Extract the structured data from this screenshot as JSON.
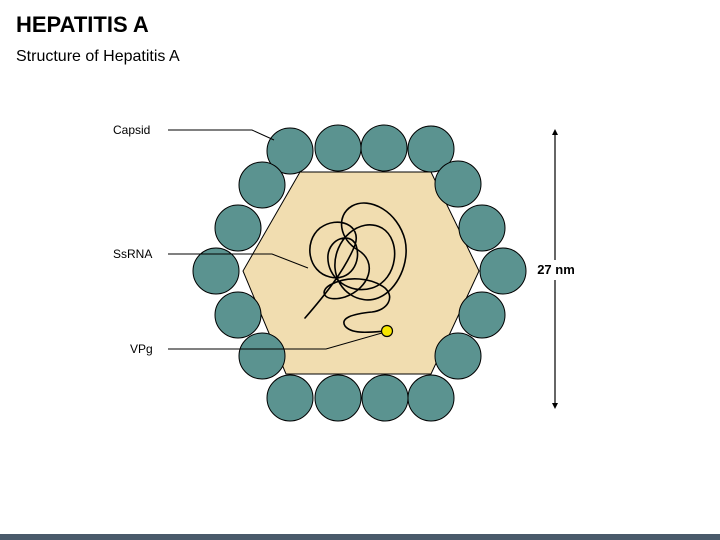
{
  "header": {
    "title": "HEPATITIS A",
    "subtitle": "Structure of Hepatitis A"
  },
  "diagram": {
    "labels": {
      "capsid": "Capsid",
      "ssrna": "SsRNA",
      "vpg": "VPg"
    },
    "dimension": "27 nm",
    "colors": {
      "capsid_sphere": "#5b9390",
      "core_fill": "#f1ddb0",
      "vpg_dot": "#f7e600",
      "bottom_bar": "#4a5a6b"
    }
  }
}
